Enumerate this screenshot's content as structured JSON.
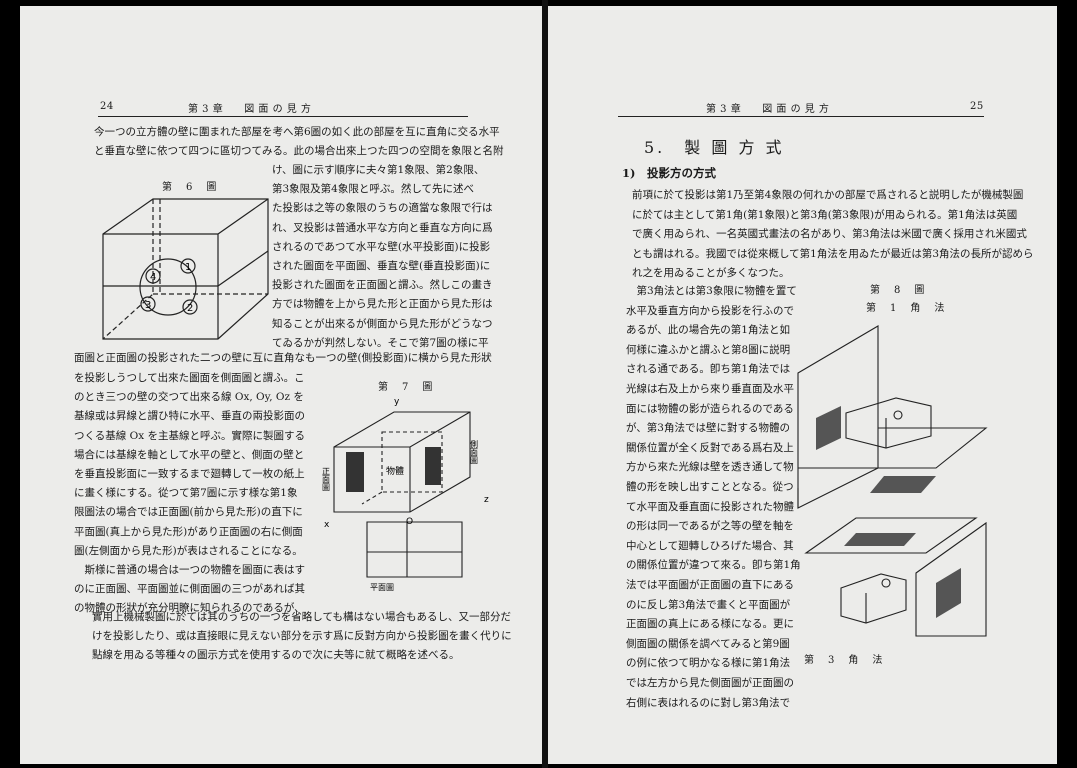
{
  "left_page": {
    "page_number": "24",
    "running_head": "第 3 章　　図 面 の 見 方",
    "lines_full_top": [
      "今一つの立方體の壁に圍まれた部屋を考へ第6圖の如く此の部屋を互に直角に交る水平",
      "と垂直な壁に依つて四つに區切つてみる。此の場合出來上つた四つの空間を象限と名附"
    ],
    "lines_beside_fig6": [
      "け、圖に示す順序に夫々第1象限、第2象限、",
      "第3象限及第4象限と呼ぶ。然して先に述べ",
      "た投影は之等の象限のうちの適當な象限で行は",
      "れ、叉投影は普通水平な方向と垂直な方向に爲",
      "されるのであつて水平な壁(水平投影面)に投影",
      "された圖面を平面圖、垂直な壁(垂直投影面)に",
      "投影された圖面を正面圖と謂ふ。然しこの畫き",
      "方では物體を上から見た形と正面から見た形は",
      "知ることが出來るが側面から見た形がどうなつ",
      "てゐるかが判然しない。そこで第7圖の様に平"
    ],
    "line_full_mid": "面圖と正面圖の投影された二つの壁に互に直角なも一つの壁(側投影面)に横から見た形狀",
    "lines_beside_fig7": [
      "を投影しうつして出來た圖面を側面圖と謂ふ。こ",
      "のとき三つの壁の交つて出來る線 Ox, Oy, Oz を",
      "基線或は昇線と謂ひ特に水平、垂直の兩投影面の",
      "つくる基線 Ox を主基線と呼ぶ。實際に製圖する",
      "場合には基線を軸として水平の壁と、側面の壁と",
      "を垂直投影面に一致するまで廻轉して一枚の紙上",
      "に畫く様にする。從つて第7圖に示す様な第1象",
      "限圖法の場合では正面圖(前から見た形)の直下に",
      "平面圖(真上から見た形)があり正面圖の右に側面",
      "圖(左側面から見た形)が表はされることになる。",
      "　斯様に普通の場合は一つの物體を圖面に表はす",
      "のに正面圖、平面圖並に側面圖の三つがあれば其",
      "の物體の形狀が充分明瞭に知られるのであるが、"
    ],
    "lines_full_bottom": [
      "實用上機械製圖に於ては其のうちの一つを省略しても構はない場合もあるし、又一部分だ",
      "けを投影したり、或は直接眼に見えない部分を示す爲に反對方向から投影圖を畫く代りに",
      "點線を用ゐる等種々の圖示方式を使用するので次に夫等に就て概略を述べる。"
    ],
    "fig6_caption": "第　6　圖",
    "fig6_quadrants": [
      "1",
      "2",
      "3",
      "4"
    ],
    "fig7_caption": "第　7　圖",
    "fig7_labels": {
      "front_view": "正面圖",
      "side_view": "側面圖",
      "object": "物體",
      "plan_view": "平面圖",
      "axis_x": "x",
      "axis_y": "y",
      "axis_z": "z",
      "origin": "O"
    }
  },
  "right_page": {
    "page_number": "25",
    "running_head": "第 3 章　　図 面 の 見 方",
    "section_title": "5.　製 圖 方 式",
    "subsection_title": "1)　投影方の方式",
    "lines_full": [
      "前項に於て投影は第1乃至第4象限の何れかの部屋で爲されると説明したが機械製圖",
      "に於ては主として第1角(第1象限)と第3角(第3象限)が用ゐられる。第1角法は英國",
      "で廣く用ゐられ、一名英國式畫法の名があり、第3角法は米國で廣く採用され米國式",
      "とも謂はれる。我國では從來概して第1角法を用ゐたが最近は第3角法の長所が認めら",
      "れ之を用ゐることが多くなつた。"
    ],
    "lines_beside_fig8": [
      "　第3角法とは第3象限に物體を置て",
      "水平及垂直方向から投影を行ふので",
      "あるが、此の場合先の第1角法と如",
      "何様に違ふかと謂ふと第8圖に説明",
      "される通である。卽ち第1角法では",
      "光線は右及上から來り垂直面及水平",
      "面には物體の影が造られるのである",
      "が、第3角法では壁に對する物體の",
      "關係位置が全く反對である爲右及上",
      "方から來た光線は壁を透き通して物",
      "體の形を映し出すこととなる。從つ",
      "て水平面及垂直面に投影された物體",
      "の形は同一であるが之等の壁を軸を",
      "中心として廻轉しひろげた場合、其",
      "の關係位置が違つて來る。卽ち第1角",
      "法では平面圖が正面圖の直下にある",
      "のに反し第3角法で畫くと平面圖が",
      "正面圖の真上にある様になる。更に",
      "側面圖の關係を調べてみると第9圖",
      "の例に依つて明かなる様に第1角法",
      "では左方から見た側面圖が正面圖の",
      "右側に表はれるのに對し第3角法で"
    ],
    "fig8_caption": "第　8　圖",
    "fig8_first_angle": "第　1　角　法",
    "fig8_third_angle": "第　3　角　法"
  }
}
